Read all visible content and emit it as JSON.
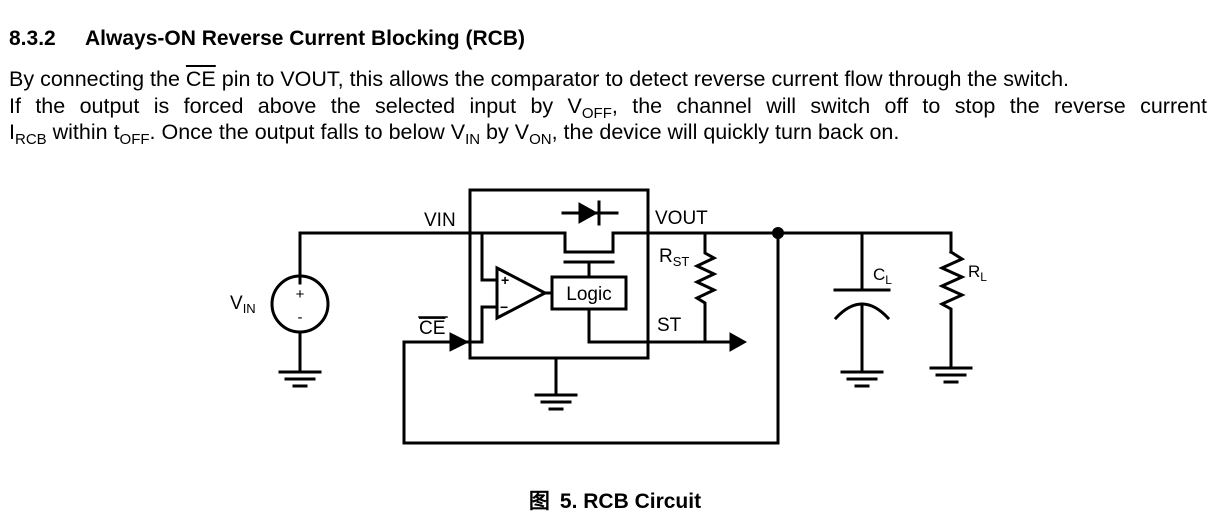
{
  "section": {
    "number": "8.3.2",
    "title": "Always-ON Reverse Current Blocking (RCB)"
  },
  "paragraph": {
    "line1": {
      "pre": "By connecting the ",
      "ce": "CE",
      "post": " pin to VOUT, this allows the comparator to detect reverse current flow through the switch."
    },
    "line2": {
      "pre": "If the output is forced above the selected input by V",
      "sub": "OFF",
      "post": ", the channel will switch off to stop the reverse current"
    },
    "line3": {
      "i": "I",
      "i_sub": "RCB",
      "mid1": " within t",
      "t_sub": "OFF",
      "mid2": ". Once the output falls to below V",
      "vin_sub": "IN",
      "mid3": " by V",
      "von_sub": "ON",
      "post": ", the device will quickly turn back on."
    }
  },
  "circuit": {
    "labels": {
      "vin_pin": "VIN",
      "vout_pin": "VOUT",
      "ce_pin": "CE",
      "st_pin": "ST",
      "logic_block": "Logic",
      "source_v": "V",
      "source_sub": "IN",
      "source_plus": "+",
      "source_minus": "-",
      "rst": "R",
      "rst_sub": "ST",
      "cl": "C",
      "cl_sub": "L",
      "rl": "R",
      "rl_sub": "L",
      "comp_plus": "+",
      "comp_minus": "−"
    }
  },
  "caption": {
    "prefix": "图",
    "text": "5.  RCB Circuit"
  }
}
